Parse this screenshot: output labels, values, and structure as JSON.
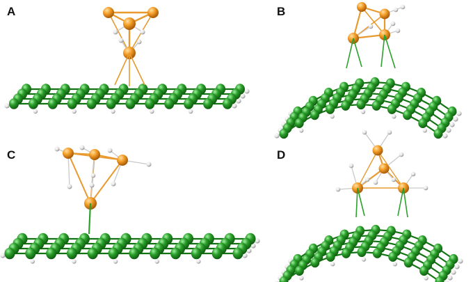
{
  "panels": [
    {
      "id": "A",
      "label": "A"
    },
    {
      "id": "B",
      "label": "B"
    },
    {
      "id": "C",
      "label": "C"
    },
    {
      "id": "D",
      "label": "D"
    }
  ],
  "colors": {
    "carbon": "#2ca02c",
    "carbon_dark": "#127312",
    "carbon_light": "#7de07d",
    "hydrogen": "#e8e8e8",
    "hydrogen_shade": "#9a9a9a",
    "cluster_atom": "#f5a02a",
    "cluster_dark": "#c06a08",
    "cluster_bond": "#e89a2e",
    "link_bond": "#2ca02c"
  }
}
